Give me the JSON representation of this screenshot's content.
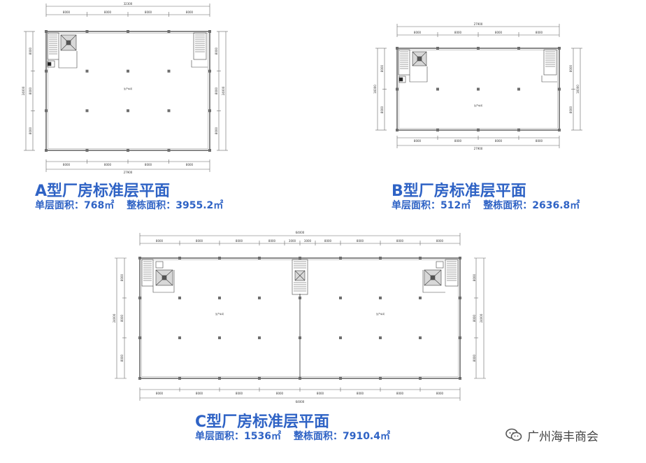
{
  "plans": [
    {
      "id": "A",
      "dims": {
        "top_total": "32300",
        "top_segments": [
          "8000",
          "8000",
          "8000",
          "8000"
        ],
        "bottom_total": "27900",
        "bottom_segments": [
          "8000",
          "8000",
          "8000",
          "8000"
        ],
        "left_total": "24000",
        "left_segments": [
          "8000",
          "8000",
          "8000"
        ],
        "right_total": "24000",
        "right_segments": [
          "8000",
          "8000",
          "8000"
        ]
      },
      "room_label": "生产车间",
      "title": "A型厂房标准层平面",
      "single_area": "单层面积：768㎡",
      "total_area": "整栋面积：3955.2㎡"
    },
    {
      "id": "B",
      "dims": {
        "top_total": "27900",
        "top_segments": [
          "8000",
          "8000",
          "8000",
          "8000"
        ],
        "bottom_total": "27900",
        "bottom_segments": [
          "8000",
          "8000",
          "8000",
          "8000"
        ],
        "left_total": "16000",
        "left_segments": [
          "8000",
          "8000"
        ],
        "right_total": "16000",
        "right_segments": [
          "8000",
          "8000"
        ]
      },
      "room_label": "生产车间",
      "title": "B型厂房标准层平面",
      "single_area": "单层面积：512㎡",
      "total_area": "整栋面积：2636.8㎡"
    },
    {
      "id": "C",
      "dims": {
        "top_total": "64000",
        "top_segments": [
          "8000",
          "8000",
          "8000",
          "8000",
          "3000",
          "3000",
          "8000",
          "8000",
          "8000",
          "8000"
        ],
        "bottom_total": "64000",
        "bottom_segments": [
          "8000",
          "8000",
          "8000",
          "8000",
          "8000",
          "8000",
          "8000",
          "8000"
        ],
        "left_total": "24000",
        "left_segments": [
          "8000",
          "8000",
          "8000"
        ],
        "right_total": "24000",
        "right_segments": [
          "8000",
          "8000",
          "8000"
        ]
      },
      "room_labels": [
        "生产车间",
        "生产车间"
      ],
      "title": "C型厂房标准层平面",
      "single_area": "单层面积：1536㎡",
      "total_area": "整栋面积：7910.4㎡"
    }
  ],
  "watermark": {
    "text": "广州海丰商会",
    "icon": "wechat-icon"
  },
  "colors": {
    "caption": "#2f63c5",
    "line": "#555555",
    "column": "#777777"
  }
}
